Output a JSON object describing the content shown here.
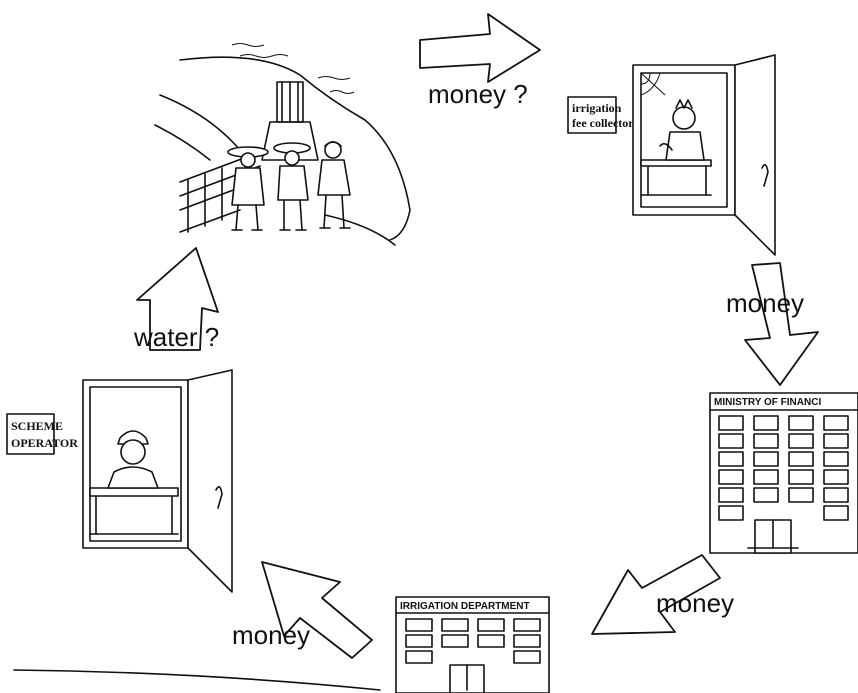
{
  "labels": {
    "money_question": "money ?",
    "money_right": "money",
    "money_bottom_right": "money",
    "money_bottom_left": "money",
    "water_question": "water ?"
  },
  "signs": {
    "collector_line1": "irrigation",
    "collector_line2": "fee collector",
    "operator_line1": "SCHEME",
    "operator_line2": "OPERATOR"
  },
  "buildings": {
    "ministry": "MINISTRY OF FINANCI",
    "irrigation": "IRRIGATION DEPARTMENT"
  },
  "icons": [
    "farmers-at-gate-icon",
    "fee-collector-booth-icon",
    "ministry-building-icon",
    "irrigation-department-building-icon",
    "scheme-operator-booth-icon",
    "block-arrow-icon"
  ]
}
